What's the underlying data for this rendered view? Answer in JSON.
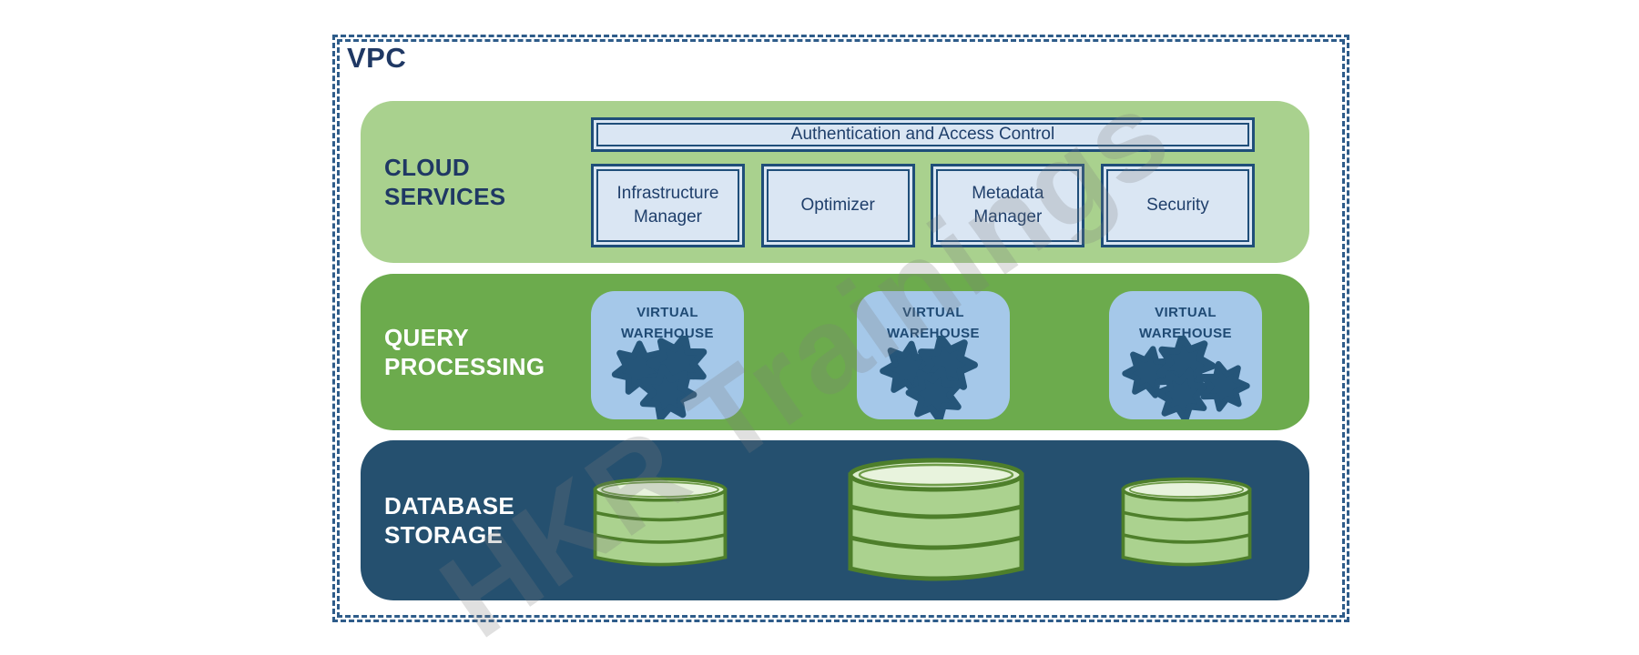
{
  "title": "VPC",
  "watermark": "HKR Trainings",
  "cloud_services": {
    "label": "CLOUD SERVICES",
    "auth_bar_label": "Authentication and Access Control",
    "boxes": [
      {
        "label": "Infrastructure Manager"
      },
      {
        "label": "Optimizer"
      },
      {
        "label": "Metadata Manager"
      },
      {
        "label": "Security"
      }
    ]
  },
  "query_processing": {
    "label": "QUERY PROCESSING",
    "warehouses": [
      {
        "label": "VIRTUAL WAREHOUSE",
        "gear_count": 3
      },
      {
        "label": "VIRTUAL WAREHOUSE",
        "gear_count": 3
      },
      {
        "label": "VIRTUAL WAREHOUSE",
        "gear_count": 4
      }
    ]
  },
  "database_storage": {
    "label": "DATABASE STORAGE",
    "databases": [
      {
        "size": "small"
      },
      {
        "size": "large"
      },
      {
        "size": "small"
      }
    ]
  },
  "colors": {
    "navy_text": "#1f3864",
    "navy_border": "#1f4e79",
    "dashed_border": "#2e5c8a",
    "cloud_band_green": "#a9d18e",
    "query_band_green": "#6cab4d",
    "storage_band_navy": "#25506f",
    "service_box_fill": "#dae6f3",
    "warehouse_blue": "#a5c8e9",
    "gear_navy": "#255579",
    "db_fill_green": "#abd28f",
    "db_stroke_green": "#4e7f2b",
    "db_top_green": "#dcedcd"
  }
}
